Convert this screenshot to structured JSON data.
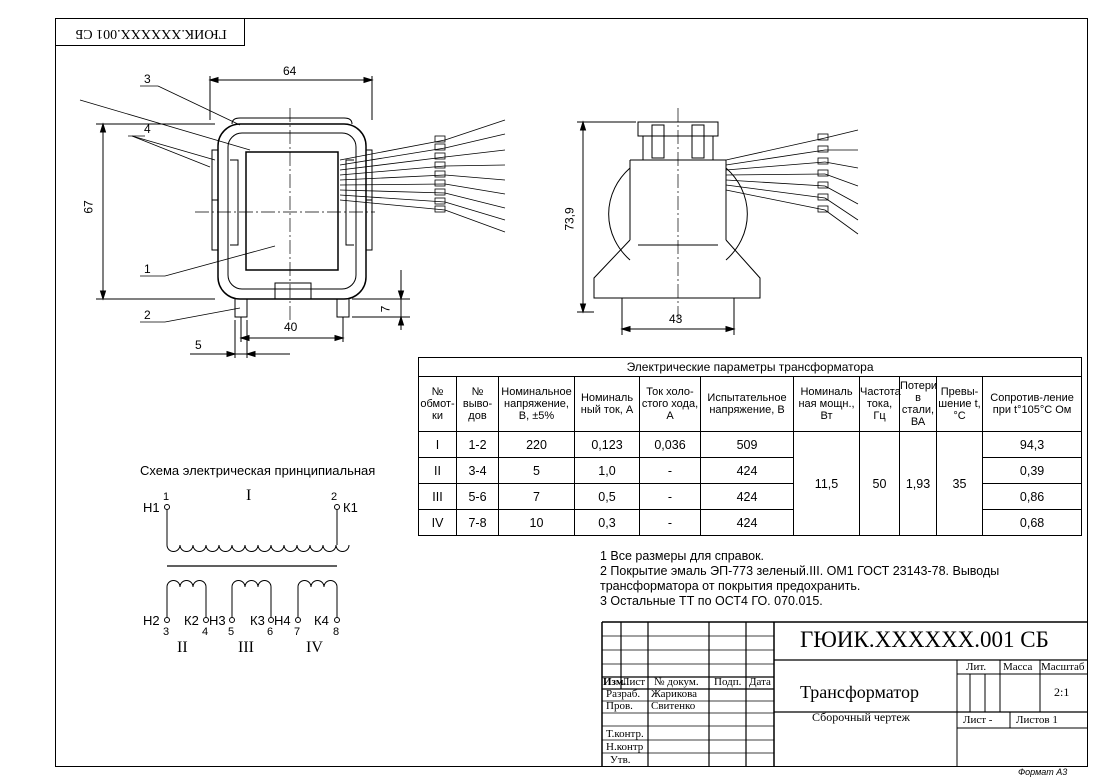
{
  "stamp": {
    "code": "ГЮИК.XXXXXX.001 СБ"
  },
  "dimensions": {
    "front_width": "64",
    "front_height": "67",
    "leg_spacing": "40",
    "leg_width": "5",
    "leg_height": "7",
    "side_height": "73,9",
    "side_width": "43"
  },
  "callouts": [
    "1",
    "2",
    "3",
    "4"
  ],
  "table": {
    "title": "Электрические параметры трансформатора",
    "headers": [
      "№ обмот-ки",
      "№ выво-дов",
      "Номинальное напряжение, В, ±5%",
      "Номиналь ный ток, А",
      "Ток холо-стого хода, А",
      "Испытательное напряжение, В",
      "Номиналь ная мощн., Вт",
      "Частота тока, Гц",
      "Потери в стали, ВА",
      "Превы-шение t, °С",
      "Сопротив-ление при t°105°С Ом"
    ],
    "rows": [
      {
        "winding": "I",
        "terminals": "1-2",
        "voltage": "220",
        "current": "0,123",
        "idle": "0,036",
        "test": "509",
        "resistance": "94,3"
      },
      {
        "winding": "II",
        "terminals": "3-4",
        "voltage": "5",
        "current": "1,0",
        "idle": "-",
        "test": "424",
        "resistance": "0,39"
      },
      {
        "winding": "III",
        "terminals": "5-6",
        "voltage": "7",
        "current": "0,5",
        "idle": "-",
        "test": "424",
        "resistance": "0,86"
      },
      {
        "winding": "IV",
        "terminals": "7-8",
        "voltage": "10",
        "current": "0,3",
        "idle": "-",
        "test": "424",
        "resistance": "0,68"
      }
    ],
    "merged": {
      "power": "11,5",
      "frequency": "50",
      "losses": "1,93",
      "overheat": "35"
    }
  },
  "schematic": {
    "title": "Схема электрическая принципиальная",
    "primary": {
      "roman": "I",
      "start_label": "Н1",
      "start_pin": "1",
      "end_label": "К1",
      "end_pin": "2"
    },
    "secondaries": [
      {
        "roman": "II",
        "start_label": "Н2",
        "start_pin": "3",
        "end_label": "К2",
        "end_pin": "4"
      },
      {
        "roman": "III",
        "start_label": "Н3",
        "start_pin": "5",
        "end_label": "К3",
        "end_pin": "6"
      },
      {
        "roman": "IV",
        "start_label": "Н4",
        "start_pin": "7",
        "end_label": "К4",
        "end_pin": "8"
      }
    ]
  },
  "notes": [
    "1 Все размеры для  справок.",
    "2  Покрытие эмаль ЭП-773 зеленый.III. ОМ1 ГОСТ 23143-78. Выводы трансформатора от покрытия предохранить.",
    "3 Остальные ТТ по ОСТ4 ГО. 070.015."
  ],
  "titleblock": {
    "designation": "ГЮИК.XXXXXX.001 СБ",
    "name": "Трансформатор",
    "doc_type": "Сборочный чертеж",
    "col_izm": "Изм.",
    "col_list": "Лист",
    "col_doc": "№ докум.",
    "col_sign": "Подп.",
    "col_date": "Дата",
    "role_dev": "Разраб.",
    "dev_name": "Жарикова",
    "role_check": "Пров.",
    "check_name": "Свитенко",
    "role_tcontr": "Т.контр.",
    "role_ncontr": "Н.контр",
    "role_approve": "Утв.",
    "lit": "Лит.",
    "mass": "Масса",
    "scale_label": "Масштаб",
    "scale": "2:1",
    "sheet": "Лист -",
    "sheets": "Листов  1"
  },
  "format": "Формат А3"
}
